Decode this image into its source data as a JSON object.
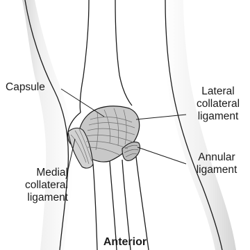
{
  "labels": {
    "capsule": "Capsule",
    "lateral_collateral": {
      "line1": "Lateral",
      "line2": "collateral",
      "line3": "ligament"
    },
    "annular": {
      "line1": "Annular",
      "line2": "ligament"
    },
    "medial_collateral": {
      "line1": "Medial",
      "line2": "collateral",
      "line3": "ligament"
    }
  },
  "caption": "Anterior",
  "colors": {
    "outline": "#1a1a1a",
    "skin_shade": "#e4e4e4",
    "ligament_fill": "#c8c8c8",
    "ligament_fiber": "#6e6e6e"
  }
}
